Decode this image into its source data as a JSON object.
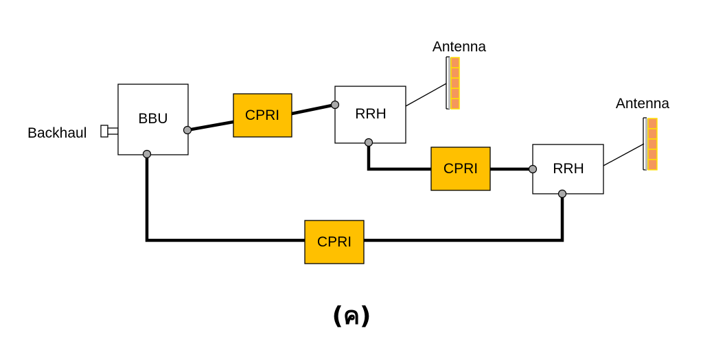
{
  "diagram": {
    "nodes": {
      "bbu": "BBU",
      "rrh1": "RRH",
      "rrh2": "RRH",
      "cpri1": "CPRI",
      "cpri2": "CPRI",
      "cpri3": "CPRI"
    },
    "labels": {
      "backhaul": "Backhaul",
      "antenna1": "Antenna",
      "antenna2": "Antenna"
    },
    "caption": "(ค)"
  },
  "colors": {
    "cpri_fill": "#FFC000",
    "box_border": "#000000",
    "link": "#000000",
    "port": "#AAAAAA",
    "antenna_element": "#F4975C",
    "antenna_outline": "#FFE000"
  }
}
